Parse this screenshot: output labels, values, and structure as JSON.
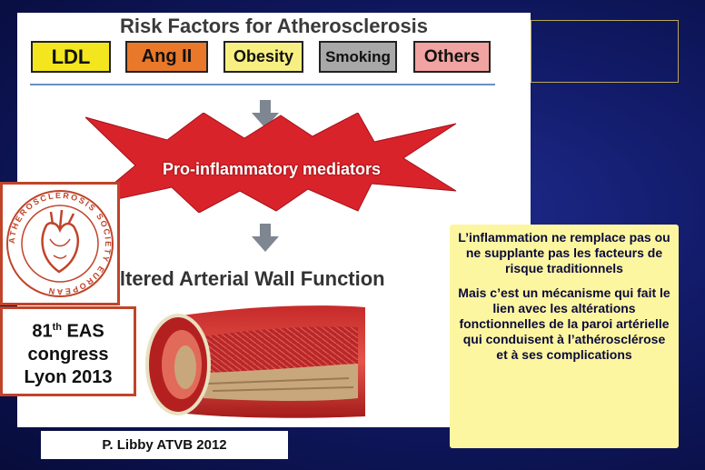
{
  "figure": {
    "title": "Risk Factors for Atherosclerosis",
    "factors": [
      "LDL",
      "Ang II",
      "Obesity",
      "Smoking",
      "Others"
    ],
    "mediators_label": "Pro-inflammatory mediators",
    "outcome_label": "Altered Arterial Wall Function"
  },
  "eas": {
    "logo_text": "ATHEROSCLEROSIS SOCIETY EUROPEAN",
    "congress_num": "81",
    "congress_sup": "th",
    "congress_tail": "EAS",
    "congress_line2": "congress",
    "congress_line3": "Lyon 2013"
  },
  "citation": "P. Libby ATVB 2012",
  "note": {
    "paragraph1": "L’inflammation ne remplace pas ou ne supplante pas les facteurs de risque traditionnels",
    "paragraph2": "Mais c’est un mécanisme qui fait le lien avec les altérations fonctionnelles de la paroi artérielle qui conduisent à l’athérosclérose et à ses complications"
  },
  "colors": {
    "background": "#111a66",
    "note_background": "#fdf6a0",
    "ldl": "#f3e61e",
    "ang_ii": "#e9782a",
    "obesity": "#f8ef82",
    "smoking": "#a8a8a8",
    "others": "#f0a3a0",
    "burst": "#d9232a",
    "eas_border": "#c0442a"
  }
}
